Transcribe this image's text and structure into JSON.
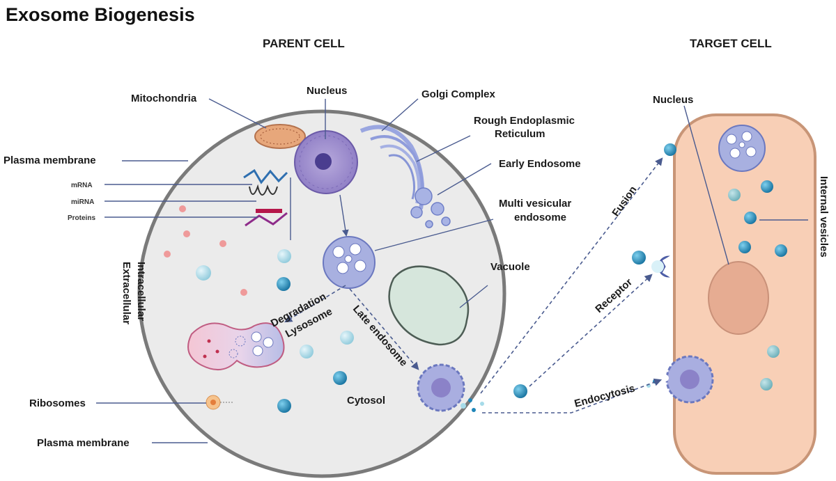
{
  "title": "Exosome Biogenesis",
  "headers": {
    "parent_cell": "PARENT CELL",
    "target_cell": "TARGET CELL"
  },
  "labels": {
    "mitochondria": "Mitochondria",
    "nucleus_parent": "Nucleus",
    "golgi": "Golgi Complex",
    "rer_line1": "Rough Endoplasmic",
    "rer_line2": "Reticulum",
    "early_endosome": "Early Endosome",
    "mve_line1": "Multi vesicular",
    "mve_line2": "endosome",
    "vacuole": "Vacuole",
    "plasma_membrane_top": "Plasma membrane",
    "plasma_membrane_bottom": "Plasma membrane",
    "mrna": "mRNA",
    "mirna": "miRNA",
    "proteins": "Proteins",
    "intracellular": "Intracellular",
    "extracellular": "Extracellular",
    "degradation": "Degradation",
    "lysosome": "Lysosome",
    "late_endosome": "Late endosome",
    "cytosol": "Cytosol",
    "ribosomes": "Ribosomes",
    "fusion": "Fusion",
    "receptor": "Receptor",
    "endocytosis": "Endocytosis",
    "nucleus_target": "Nucleus",
    "internal_vesicles": "Internal vesicles"
  },
  "colors": {
    "cell_fill": "#ebebeb",
    "cell_stroke": "#7a7a7a",
    "target_fill": "#f8cfb6",
    "target_stroke": "#c89577",
    "nucleus": "#9e8fcc",
    "endosome": "#a8b0e0",
    "vacuole": "#d6e6dc",
    "lysosome": "#f2c7d2",
    "exosome_dark": "#1f86b8",
    "exosome_light": "#a6dbe9",
    "line": "#4a5b8f"
  }
}
